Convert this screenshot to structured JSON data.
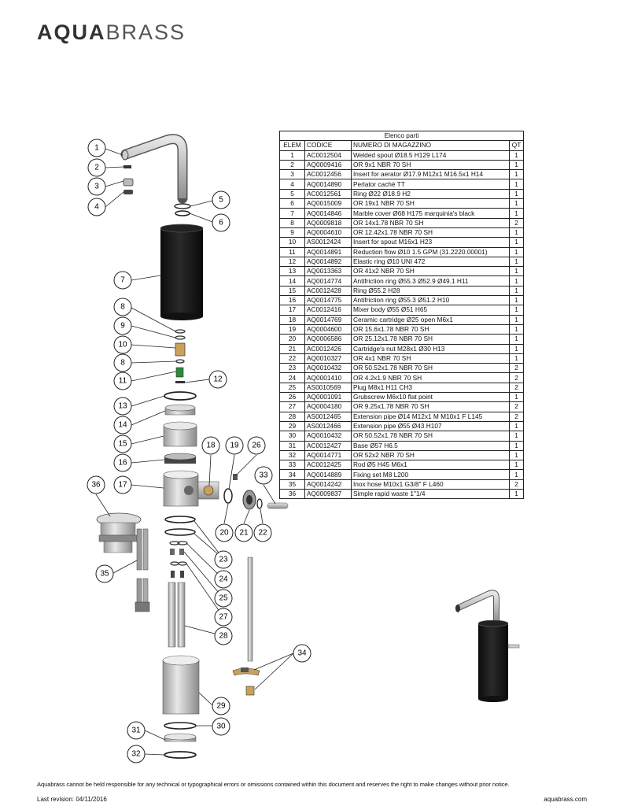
{
  "brand": {
    "part1": "AQUA",
    "part2": "BRASS"
  },
  "table": {
    "title": "Elenco parti",
    "headers": {
      "elem": "ELEM",
      "code": "CODICE",
      "name": "NUMERO DI MAGAZZINO",
      "qt": "QT"
    },
    "rows": [
      {
        "elem": "1",
        "code": "AC0012504",
        "name": "Welded spout Ø18.5 H129 L174",
        "qt": "1"
      },
      {
        "elem": "2",
        "code": "AQ0009416",
        "name": "OR 9x1 NBR 70 SH",
        "qt": "1"
      },
      {
        "elem": "3",
        "code": "AC0012456",
        "name": "Insert for aerator Ø17.9 M12x1 M16.5x1 H14",
        "qt": "1"
      },
      {
        "elem": "4",
        "code": "AQ0014890",
        "name": "Perlator cachè TT",
        "qt": "1"
      },
      {
        "elem": "5",
        "code": "AC0012561",
        "name": "Ring Ø22 Ø18.9 H2",
        "qt": "1"
      },
      {
        "elem": "6",
        "code": "AQ0015009",
        "name": "OR 19x1 NBR 70 SH",
        "qt": "1"
      },
      {
        "elem": "7",
        "code": "AQ0014846",
        "name": "Marble cover Ø68 H175 marquinia's black",
        "qt": "1"
      },
      {
        "elem": "8",
        "code": "AQ0009818",
        "name": "OR 14x1.78 NBR 70 SH",
        "qt": "2"
      },
      {
        "elem": "9",
        "code": "AQ0004610",
        "name": "OR 12.42x1.78 NBR 70 SH",
        "qt": "1"
      },
      {
        "elem": "10",
        "code": "AS0012424",
        "name": "Insert for spout M16x1 H23",
        "qt": "1"
      },
      {
        "elem": "11",
        "code": "AQ0014891",
        "name": "Reduction flow Ø10 1.5 GPM (31.2220.00001)",
        "qt": "1"
      },
      {
        "elem": "12",
        "code": "AQ0014892",
        "name": "Elastic ring Ø10 UNI 472",
        "qt": "1"
      },
      {
        "elem": "13",
        "code": "AQ0013363",
        "name": "OR 41x2 NBR 70 SH",
        "qt": "1"
      },
      {
        "elem": "14",
        "code": "AQ0014774",
        "name": "Antifriction ring Ø55.3 Ø52.9 Ø49.1 H11",
        "qt": "1"
      },
      {
        "elem": "15",
        "code": "AC0012428",
        "name": "Ring Ø55.2 H28",
        "qt": "1"
      },
      {
        "elem": "16",
        "code": "AQ0014775",
        "name": "Antifriction ring Ø55.3 Ø51.2 H10",
        "qt": "1"
      },
      {
        "elem": "17",
        "code": "AC0012416",
        "name": "Mixer body Ø55 Ø51 H65",
        "qt": "1"
      },
      {
        "elem": "18",
        "code": "AQ0014769",
        "name": "Ceramic cartridge Ø25 open M6x1",
        "qt": "1"
      },
      {
        "elem": "19",
        "code": "AQ0004600",
        "name": "OR 15.6x1.78 NBR 70 SH",
        "qt": "1"
      },
      {
        "elem": "20",
        "code": "AQ0006586",
        "name": "OR 25.12x1.78 NBR 70 SH",
        "qt": "1"
      },
      {
        "elem": "21",
        "code": "AC0012426",
        "name": "Cartridge's nut M28x1 Ø30 H13",
        "qt": "1"
      },
      {
        "elem": "22",
        "code": "AQ0010327",
        "name": "OR 4x1 NBR 70 SH",
        "qt": "1"
      },
      {
        "elem": "23",
        "code": "AQ0010432",
        "name": "OR 50.52x1.78 NBR 70 SH",
        "qt": "2"
      },
      {
        "elem": "24",
        "code": "AQ0001410",
        "name": "OR 4.2x1.9 NBR 70 SH",
        "qt": "2"
      },
      {
        "elem": "25",
        "code": "AS0010569",
        "name": "Plug M8x1 H11 CH3",
        "qt": "2"
      },
      {
        "elem": "26",
        "code": "AQ0001091",
        "name": "Grubscrew M6x10 flat point",
        "qt": "1"
      },
      {
        "elem": "27",
        "code": "AQ0004180",
        "name": "OR 9.25x1.78 NBR 70 SH",
        "qt": "2"
      },
      {
        "elem": "28",
        "code": "AS0012465",
        "name": "Extension pipe Ø14 M12x1 M M10x1 F L145",
        "qt": "2"
      },
      {
        "elem": "29",
        "code": "AS0012466",
        "name": "Extension pipe Ø55 Ø43 H107",
        "qt": "1"
      },
      {
        "elem": "30",
        "code": "AQ0010432",
        "name": "OR 50.52x1.78 NBR 70 SH",
        "qt": "1"
      },
      {
        "elem": "31",
        "code": "AC0012427",
        "name": "Base Ø57 H6.5",
        "qt": "1"
      },
      {
        "elem": "32",
        "code": "AQ0014771",
        "name": "OR 52x2 NBR 70 SH",
        "qt": "1"
      },
      {
        "elem": "33",
        "code": "AC0012425",
        "name": "Rod Ø5 H45 M6x1",
        "qt": "1"
      },
      {
        "elem": "34",
        "code": "AQ0014889",
        "name": "Fixing set M8 L200",
        "qt": "1"
      },
      {
        "elem": "35",
        "code": "AQ0014242",
        "name": "Inox hose M10x1 G3/8\" F L460",
        "qt": "2"
      },
      {
        "elem": "36",
        "code": "AQ0009837",
        "name": "Simple rapid waste 1\"1/4",
        "qt": "1"
      }
    ]
  },
  "callouts": [
    "1",
    "2",
    "3",
    "4",
    "5",
    "6",
    "7",
    "8",
    "9",
    "10",
    "8",
    "11",
    "12",
    "13",
    "14",
    "15",
    "16",
    "17",
    "18",
    "19",
    "26",
    "33",
    "36",
    "20",
    "21",
    "22",
    "23",
    "35",
    "24",
    "25",
    "27",
    "28",
    "34",
    "29",
    "30",
    "31",
    "32"
  ],
  "footer": {
    "disclaimer": "Aquabrass cannot be held responsible for any technical or typographical errors or omissions contained within this document and reserves the right to make changes without prior notice.",
    "revision": "Last revision: 04/11/2016",
    "website": "aquabrass.com"
  }
}
